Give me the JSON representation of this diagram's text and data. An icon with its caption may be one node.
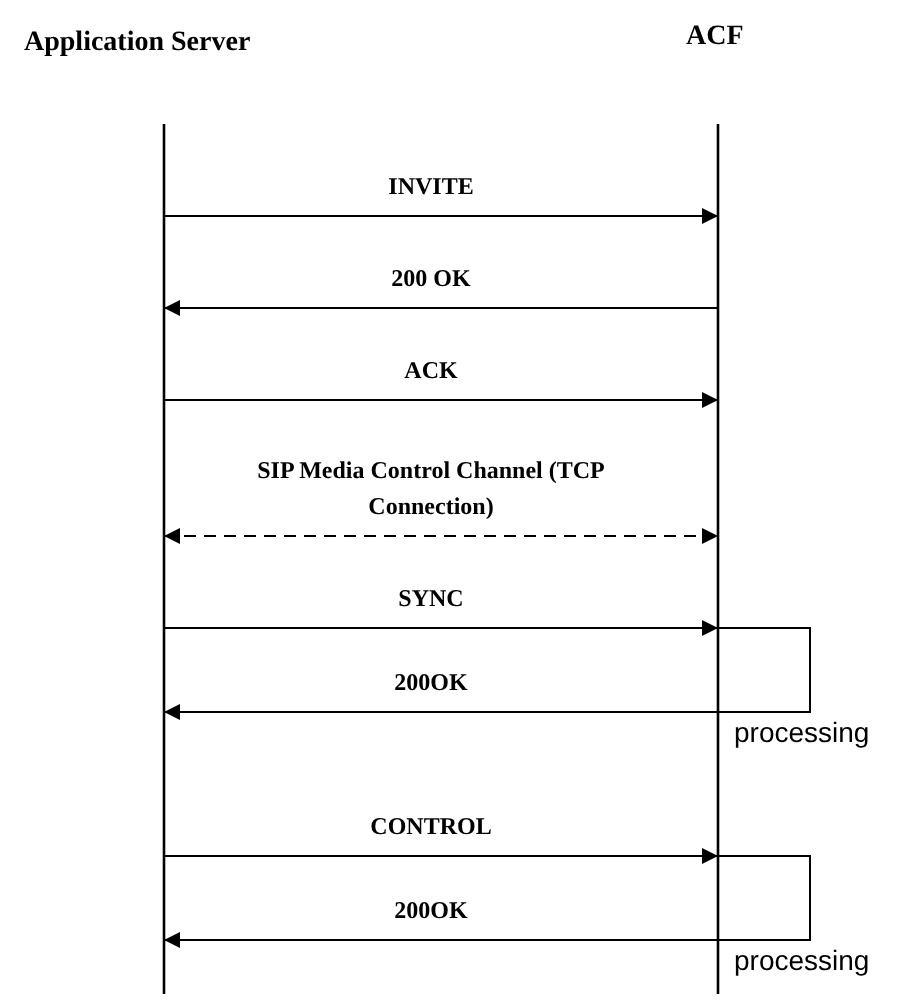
{
  "diagram": {
    "nodes": [
      {
        "text": [
          "Application Server"
        ]
      },
      {
        "text": [
          "ACF"
        ]
      }
    ],
    "edges": [
      {
        "from": 0,
        "to": 1,
        "arrow": "to",
        "label": "INVITE"
      },
      {
        "from": 1,
        "to": 0,
        "arrow": "to",
        "label": "200 OK"
      },
      {
        "from": 0,
        "to": 1,
        "arrow": "to",
        "label": "ACK"
      },
      {
        "from": 0,
        "to": 1,
        "arrow": "both",
        "label": "SIP Media Control Channel (TCP Connection)",
        "style": "dashed"
      },
      {
        "from": 0,
        "to": 1,
        "arrow": "to",
        "label": "SYNC"
      },
      {
        "from": 1,
        "to": 1,
        "arrow": "none",
        "label": "processing"
      },
      {
        "from": 1,
        "to": 0,
        "arrow": "to",
        "label": "200OK"
      },
      {
        "from": 0,
        "to": 1,
        "arrow": "to",
        "label": "CONTROL"
      },
      {
        "from": 1,
        "to": 1,
        "arrow": "none",
        "label": "processing"
      },
      {
        "from": 1,
        "to": 0,
        "arrow": "to",
        "label": "200OK"
      }
    ]
  }
}
